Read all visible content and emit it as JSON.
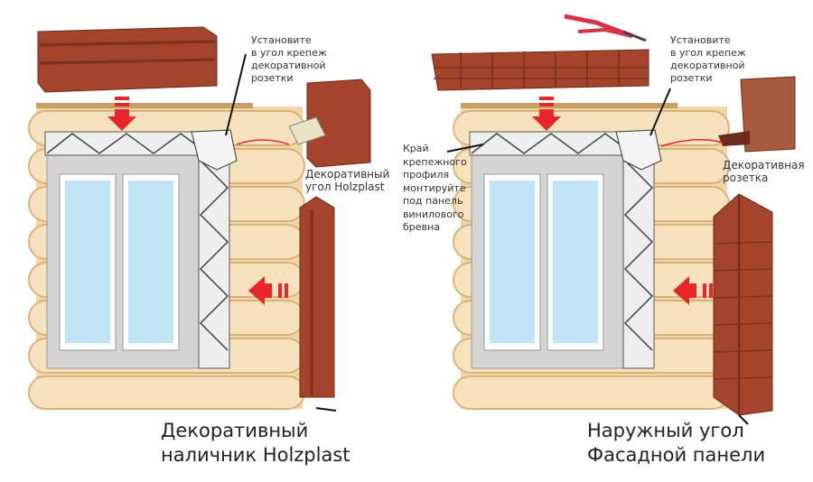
{
  "left_panel": {
    "install_note": [
      "Установите",
      "в угол крепеж",
      "декоративной",
      "розетки"
    ],
    "corner_label": [
      "Декоративный",
      "угол Holzplast"
    ],
    "title": [
      "Декоративный",
      "наличник Holzplast"
    ]
  },
  "right_panel": {
    "install_note": [
      "Установите",
      "в угол крепеж",
      "декоративной",
      "розетки"
    ],
    "edge_note": [
      "Край",
      "крепежного",
      "профиля",
      "монтируйте",
      "под панель",
      "винилового",
      "бревна"
    ],
    "rosette_label": [
      "Декоративная",
      "розетка"
    ],
    "title": [
      "Наружный угол",
      "Фасадной панели"
    ]
  },
  "colors": {
    "log": "#f1d7a8",
    "log_shadow": "#d9b27a",
    "trim_brown": "#a4442b",
    "arrow_red": "#e8262a",
    "glass": "#bfe4f3",
    "frame": "#d8d8d8"
  }
}
